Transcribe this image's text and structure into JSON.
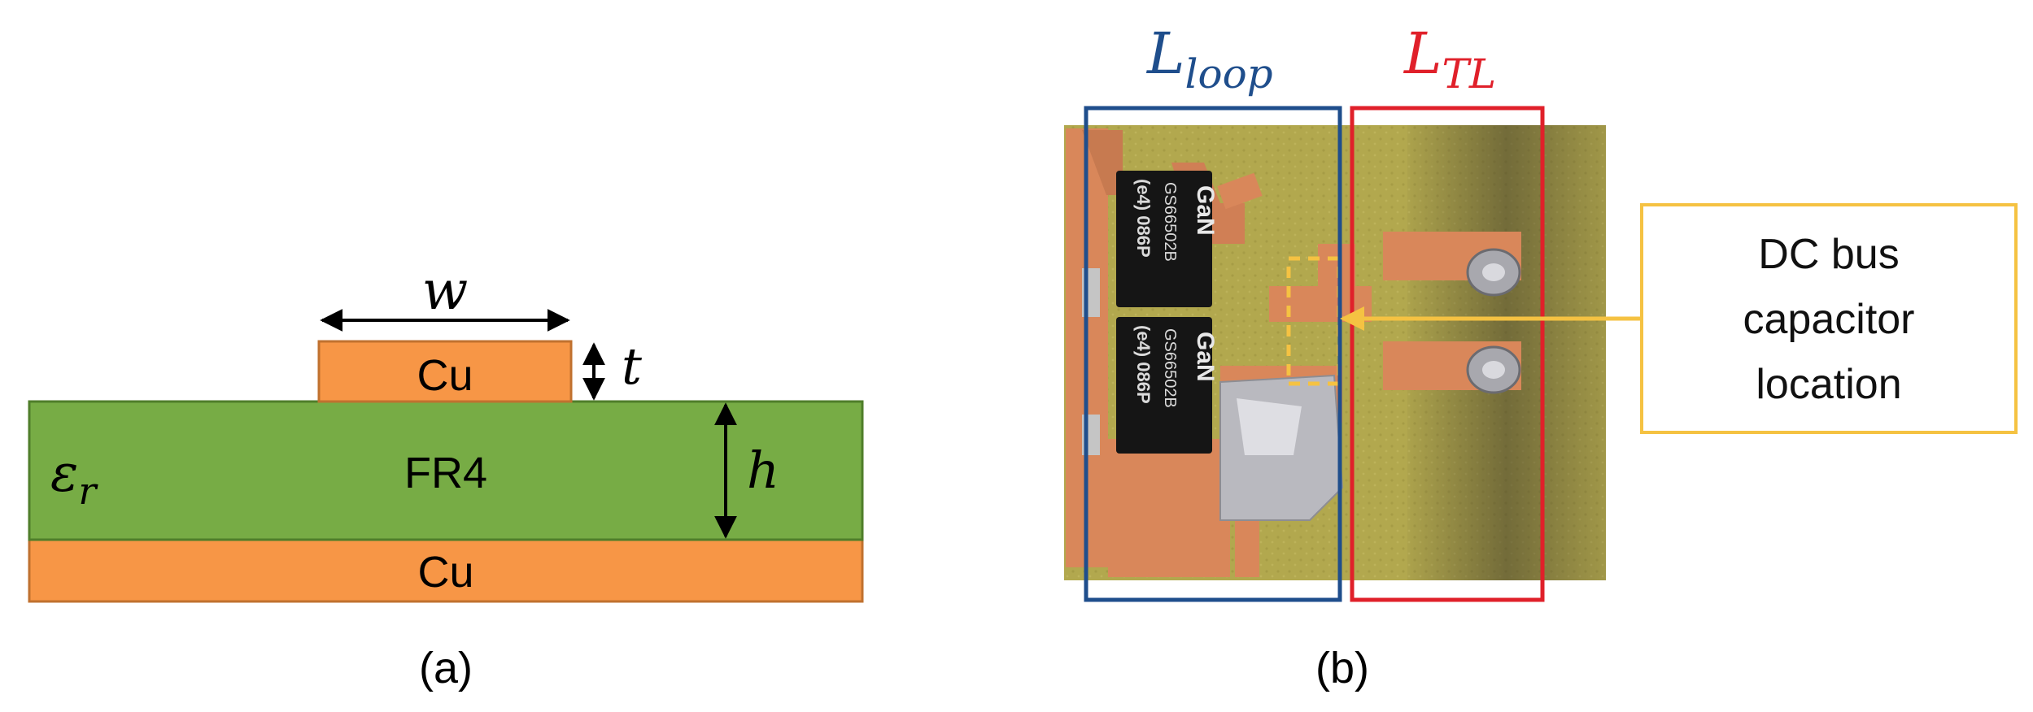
{
  "panel_a": {
    "caption": "(a)",
    "trace_label": "Cu",
    "substrate_label": "FR4",
    "ground_label": "Cu",
    "width_symbol": "w",
    "thickness_symbol": "t",
    "height_symbol": "h",
    "permittivity_symbol": "ε",
    "permittivity_subscript": "r",
    "colors": {
      "copper": "#F79646",
      "copper_edge": "#C0712F",
      "substrate": "#77AC45",
      "substrate_edge": "#4F7E2A"
    }
  },
  "panel_b": {
    "caption": "(b)",
    "loop_label_main": "L",
    "loop_label_sub": "loop",
    "tl_label_main": "L",
    "tl_label_sub": "TL",
    "callout_lines": [
      "DC bus",
      "capacitor",
      "location"
    ],
    "chip_top_text": [
      "GaN",
      "GS66502B",
      "(e4) 086P"
    ],
    "chip_bottom_text": [
      "GaN",
      "GS66502B",
      "(e4) 086P"
    ],
    "colors": {
      "loop_box": "#1F4E8C",
      "tl_box": "#E0202A",
      "callout": "#F5C242",
      "board": "#B0A64A",
      "copper_pad": "#D9875A",
      "chip": "#151515"
    }
  }
}
